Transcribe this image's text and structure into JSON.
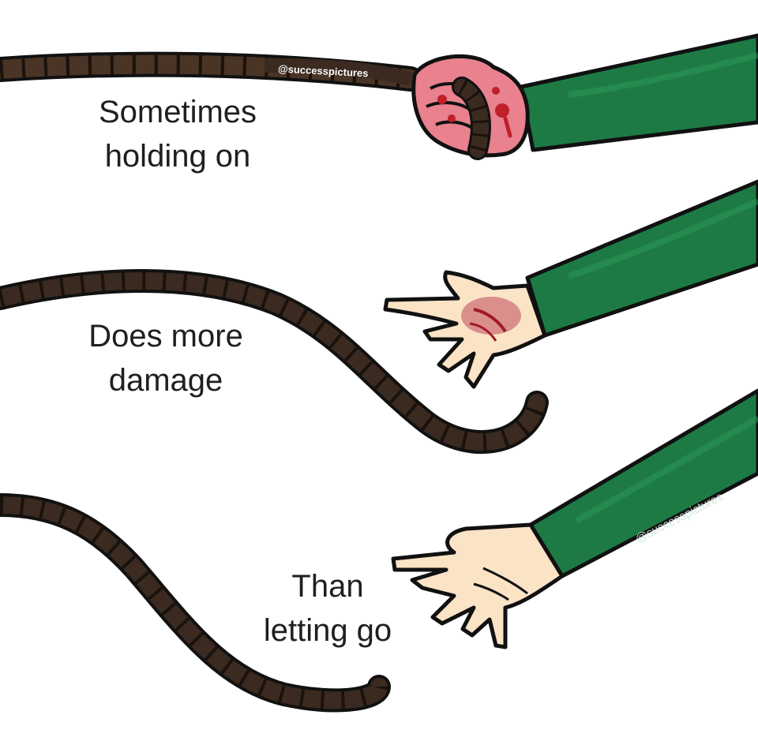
{
  "panels": [
    {
      "line1": "Sometimes",
      "line2": "holding on"
    },
    {
      "line1": "Does more",
      "line2": "damage"
    },
    {
      "line1": "Than",
      "line2": "letting go"
    }
  ],
  "watermarks": {
    "rope_tag": "@successpictures",
    "sleeve_tag": "@successpictures"
  },
  "colors": {
    "sleeve": "#1d7a45",
    "rope": "#3a2a20",
    "skin": "#fbe3c6",
    "bleeding_skin": "#e9818e",
    "blood": "#c0202a",
    "outline": "#111111"
  }
}
